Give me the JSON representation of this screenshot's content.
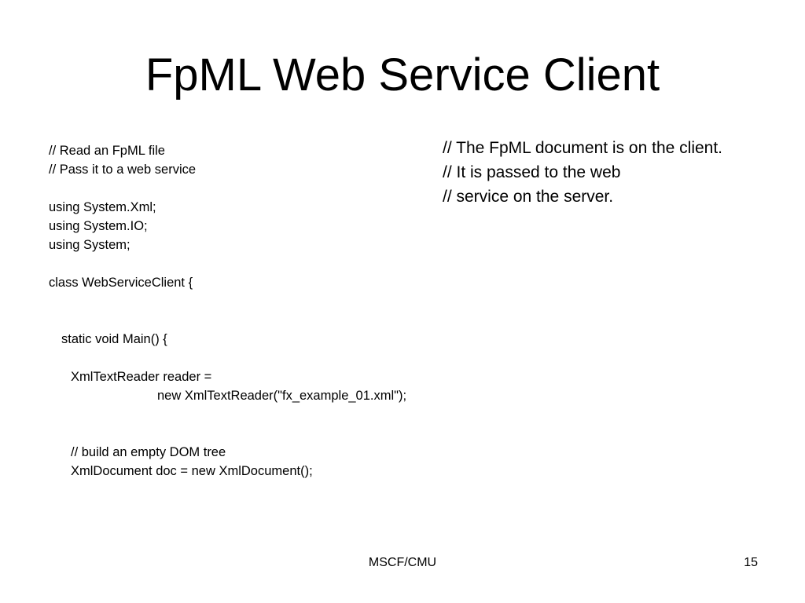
{
  "slide": {
    "title": "FpML Web Service Client",
    "code_lines": [
      {
        "text": "// Read an FpML file",
        "indent": 0
      },
      {
        "text": "// Pass it to a web service",
        "indent": 0
      },
      {
        "text": "",
        "indent": 0
      },
      {
        "text": "using System.Xml;",
        "indent": 0
      },
      {
        "text": "using System.IO;",
        "indent": 0
      },
      {
        "text": "using System;",
        "indent": 0
      },
      {
        "text": "",
        "indent": 0
      },
      {
        "text": "class WebServiceClient {",
        "indent": 0
      },
      {
        "text": "",
        "indent": 0
      },
      {
        "text": "",
        "indent": 0
      },
      {
        "text": "static void Main() {",
        "indent": 1
      },
      {
        "text": "",
        "indent": 0
      },
      {
        "text": "XmlTextReader reader =",
        "indent": 2
      },
      {
        "text": "new XmlTextReader(\"fx_example_01.xml\");",
        "indent": 3
      },
      {
        "text": "",
        "indent": 0
      },
      {
        "text": "",
        "indent": 0
      },
      {
        "text": "// build an empty DOM tree",
        "indent": 2
      },
      {
        "text": "XmlDocument doc = new XmlDocument();",
        "indent": 2
      }
    ],
    "note_lines": [
      "// The FpML document is on the client.",
      "// It is passed to the web",
      "// service on the server."
    ],
    "footer": {
      "center": "MSCF/CMU",
      "page_number": "15"
    }
  }
}
